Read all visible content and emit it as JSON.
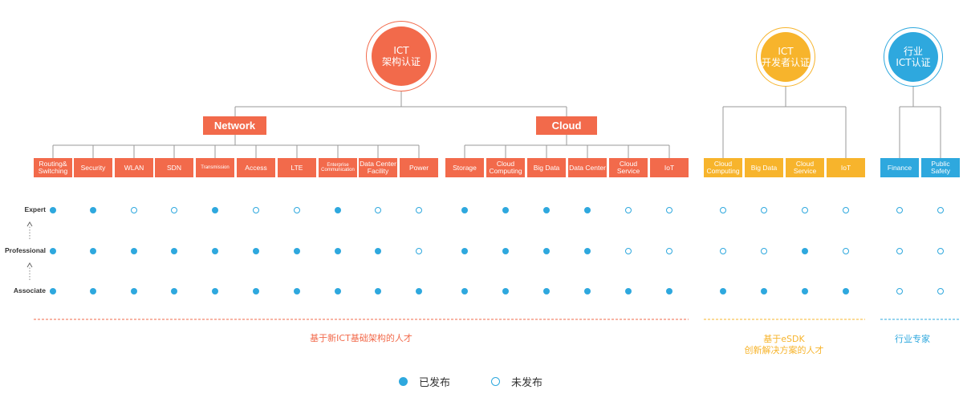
{
  "colors": {
    "red": "#f26a4b",
    "yellow": "#f7b42c",
    "blue": "#2ea8de",
    "line": "#999999"
  },
  "top_circles": [
    {
      "id": "ict",
      "line1": "ICT",
      "line2": "架构认证",
      "color": "#f26a4b"
    },
    {
      "id": "dev",
      "line1": "ICT",
      "line2": "开发者认证",
      "color": "#f7b42c"
    },
    {
      "id": "industry",
      "line1": "行业",
      "line2": "ICT认证",
      "color": "#2ea8de"
    }
  ],
  "groups": [
    {
      "id": "network",
      "label": "Network"
    },
    {
      "id": "cloud",
      "label": "Cloud"
    }
  ],
  "levels": [
    {
      "label": "Expert"
    },
    {
      "label": "Professional"
    },
    {
      "label": "Associate"
    }
  ],
  "certifications": [
    {
      "label": "Routing& Switching",
      "color": "#f26a4b",
      "status": [
        true,
        true,
        true
      ]
    },
    {
      "label": "Security",
      "color": "#f26a4b",
      "status": [
        true,
        true,
        true
      ]
    },
    {
      "label": "WLAN",
      "color": "#f26a4b",
      "status": [
        false,
        true,
        true
      ]
    },
    {
      "label": "SDN",
      "color": "#f26a4b",
      "status": [
        false,
        true,
        true
      ]
    },
    {
      "label": "Transmission",
      "color": "#f26a4b",
      "status": [
        true,
        true,
        true
      ],
      "size": "tiny"
    },
    {
      "label": "Access",
      "color": "#f26a4b",
      "status": [
        false,
        true,
        true
      ]
    },
    {
      "label": "LTE",
      "color": "#f26a4b",
      "status": [
        false,
        true,
        true
      ]
    },
    {
      "label": "Enterprise Communication",
      "color": "#f26a4b",
      "status": [
        true,
        true,
        true
      ],
      "size": "tiny"
    },
    {
      "label": "Data Center Facility",
      "color": "#f26a4b",
      "status": [
        false,
        true,
        true
      ]
    },
    {
      "label": "Power",
      "color": "#f26a4b",
      "status": [
        false,
        false,
        true
      ]
    },
    {
      "label": "Storage",
      "color": "#f26a4b",
      "status": [
        true,
        true,
        true
      ]
    },
    {
      "label": "Cloud Computing",
      "color": "#f26a4b",
      "status": [
        true,
        true,
        true
      ]
    },
    {
      "label": "Big Data",
      "color": "#f26a4b",
      "status": [
        true,
        true,
        true
      ]
    },
    {
      "label": "Data Center",
      "color": "#f26a4b",
      "status": [
        true,
        true,
        true
      ]
    },
    {
      "label": "Cloud Service",
      "color": "#f26a4b",
      "status": [
        false,
        false,
        true
      ]
    },
    {
      "label": "IoT",
      "color": "#f26a4b",
      "status": [
        false,
        false,
        true
      ]
    },
    {
      "label": "Cloud Computing",
      "color": "#f7b42c",
      "status": [
        false,
        false,
        true
      ]
    },
    {
      "label": "Big Data",
      "color": "#f7b42c",
      "status": [
        false,
        false,
        true
      ]
    },
    {
      "label": "Cloud Service",
      "color": "#f7b42c",
      "status": [
        false,
        true,
        true
      ]
    },
    {
      "label": "IoT",
      "color": "#f7b42c",
      "status": [
        false,
        false,
        true
      ]
    },
    {
      "label": "Finance",
      "color": "#2ea8de",
      "status": [
        false,
        false,
        false
      ]
    },
    {
      "label": "Public Safety",
      "color": "#2ea8de",
      "status": [
        false,
        false,
        false
      ]
    }
  ],
  "bottom_labels": [
    {
      "text": "基于新ICT基础架构的人才",
      "color": "#f26a4b"
    },
    {
      "text": "基于eSDK\n创新解决方案的人才",
      "color": "#f7b42c"
    },
    {
      "text": "行业专家",
      "color": "#2ea8de"
    }
  ],
  "legend": {
    "published": "已发布",
    "unpublished": "未发布"
  }
}
